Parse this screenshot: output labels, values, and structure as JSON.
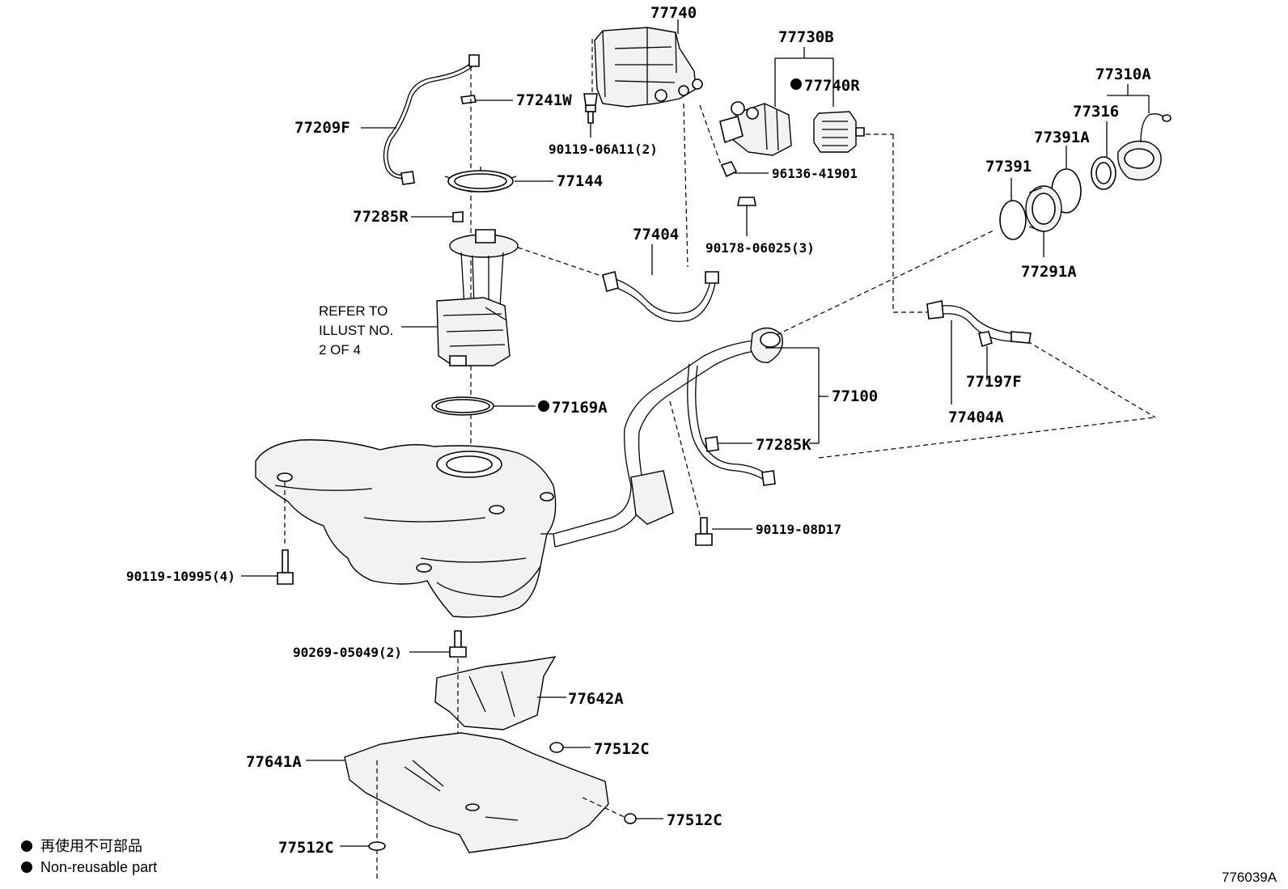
{
  "diagram": {
    "labels": {
      "p77740": "77740",
      "p77730B": "77730B",
      "p77740R": "77740R",
      "p77310A": "77310A",
      "p77316": "77316",
      "p77391A": "77391A",
      "p77391": "77391",
      "p77291A": "77291A",
      "p77241W": "77241W",
      "p77209F": "77209F",
      "p90119_06A11": "90119-06A11(2)",
      "p77144": "77144",
      "p96136_41901": "96136-41901",
      "p77285R": "77285R",
      "p77404": "77404",
      "p90178_06025": "90178-06025(3)",
      "p77197F": "77197F",
      "p77404A": "77404A",
      "p77100": "77100",
      "p77169A": "77169A",
      "p77285K": "77285K",
      "p90119_08D17": "90119-08D17",
      "p90119_10995": "90119-10995(4)",
      "p90269_05049": "90269-05049(2)",
      "p77642A": "77642A",
      "p77512C_a": "77512C",
      "p77641A": "77641A",
      "p77512C_b": "77512C",
      "p77512C_c": "77512C"
    },
    "refer_note": [
      "REFER TO",
      "ILLUST NO.",
      "2 OF 4"
    ],
    "legend": {
      "japanese": "再使用不可部品",
      "english": "Non-reusable part"
    },
    "illustration_id": "776039A"
  }
}
